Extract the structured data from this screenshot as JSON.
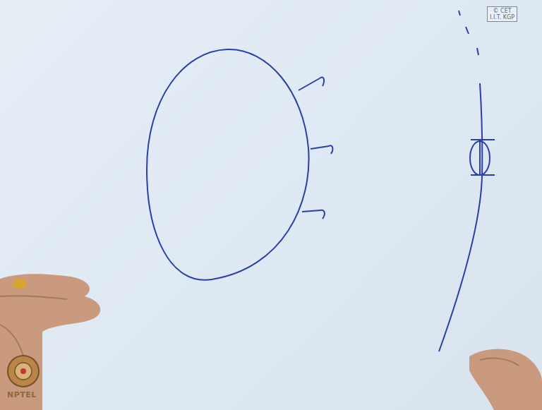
{
  "diagram": {
    "labels": [
      "© CET",
      "I.I.T. KGP",
      "NPTEL"
    ]
  }
}
